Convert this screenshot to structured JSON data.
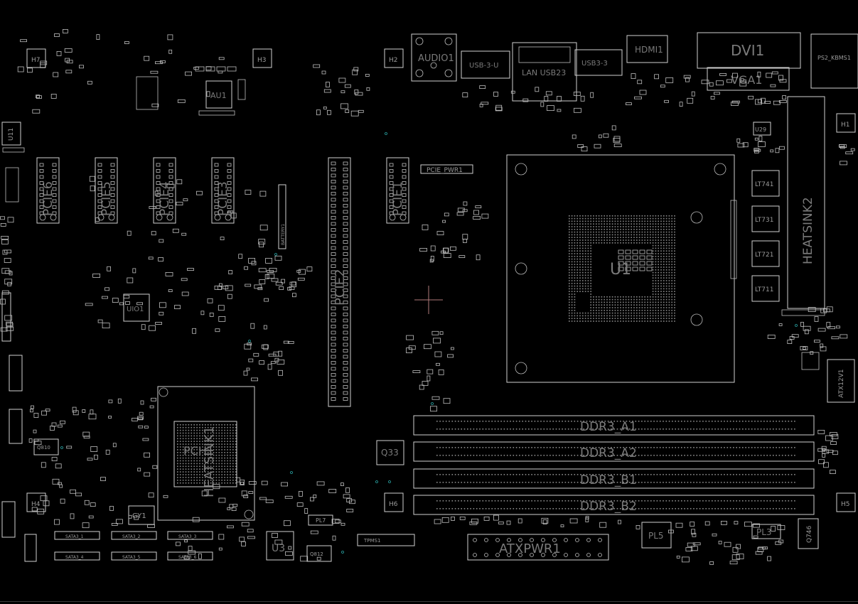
{
  "labels": {
    "audio": "AUDIO1",
    "usb1": "USB-3-U",
    "lan": "LAN USB23",
    "usb2": "USB3-3",
    "hdmi": "HDMI1",
    "dvi": "DVI1",
    "vga": "VGA1",
    "ps2": "PS2_KBMS1",
    "au1": "AU1",
    "u11": "U11",
    "pcie6": "PCIE6",
    "pcie5": "PCIE5",
    "pcie4": "PCIE4",
    "pcie3": "PCIE3",
    "pcie1": "PCIE1",
    "pcie2": "PCIE2",
    "battery": "BATTERY1",
    "pcie_pwr": "PCIE_PWR1",
    "uio1": "UIO1",
    "u1": "U1",
    "u29": "U29",
    "lt741": "LT741",
    "lt731": "LT731",
    "lt721": "LT721",
    "lt711": "LT711",
    "heatsink2": "HEATSINK2",
    "atx12v": "ATX12V1",
    "h1": "H1",
    "h2": "H2",
    "h3": "H3",
    "h4": "H4",
    "h5": "H5",
    "h6": "H6",
    "h7": "H7",
    "ddr_a1": "DDR3_A1",
    "ddr_a2": "DDR3_A2",
    "ddr_b1": "DDR3_B1",
    "ddr_b2": "DDR3_B2",
    "q33": "Q33",
    "q810": "Q810",
    "q746": "Q746",
    "pch": "PCH1",
    "heatsink1": "HEATSINK1",
    "gy1": "GY1",
    "pl7": "PL7",
    "pl5": "PL5",
    "pl3": "PL3",
    "u3": "U3",
    "q812": "Q812",
    "atxpwr": "ATXPWR1",
    "tpm": "TPMS1",
    "sata1": "SATA3_1",
    "sata2": "SATA3_2",
    "sata3": "SATA3_3",
    "sata4": "SATA3_4",
    "sata5": "SATA3_5",
    "sata6": "SATA3_6"
  }
}
